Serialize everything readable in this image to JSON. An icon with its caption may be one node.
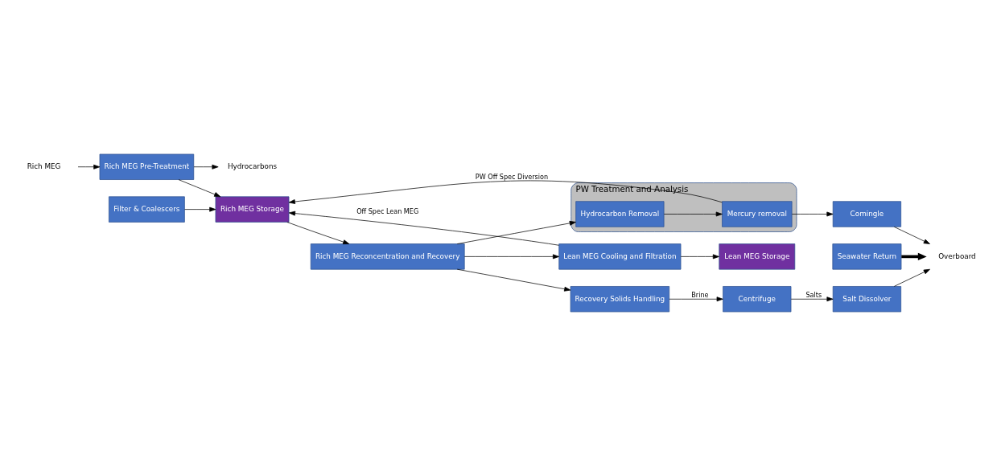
{
  "diagram": {
    "nodes": [
      {
        "text": [
          "Rich MEG"
        ]
      },
      {
        "text": [
          "Rich MEG Pre-Treatment"
        ]
      },
      {
        "text": [
          "Hydrocarbons"
        ]
      },
      {
        "text": [
          "Filter & Coalescers"
        ]
      },
      {
        "text": [
          "Rich MEG Storage"
        ]
      },
      {
        "text": [
          "PW Treatment and Analysis"
        ]
      },
      {
        "text": [
          "Hydrocarbon Removal"
        ],
        "in": 5
      },
      {
        "text": [
          "Mercury removal"
        ],
        "in": 5
      },
      {
        "text": [
          "Rich MEG Reconcentration and Recovery"
        ]
      },
      {
        "text": [
          "Lean MEG Cooling and Filtration"
        ]
      },
      {
        "text": [
          "Lean MEG Storage"
        ]
      },
      {
        "text": [
          "Recovery Solids Handling"
        ]
      },
      {
        "text": [
          "Comingle"
        ]
      },
      {
        "text": [
          "Seawater Return"
        ]
      },
      {
        "text": [
          "Centrifuge"
        ]
      },
      {
        "text": [
          "Salt Dissolver"
        ]
      },
      {
        "text": [
          "Overboard"
        ]
      }
    ],
    "edges": [
      {
        "from": 0,
        "to": 1,
        "arrow": "to"
      },
      {
        "from": 1,
        "to": 2,
        "arrow": "to"
      },
      {
        "from": 1,
        "to": 4,
        "arrow": "to"
      },
      {
        "from": 3,
        "to": 4,
        "arrow": "to"
      },
      {
        "from": 4,
        "to": 8,
        "arrow": "to"
      },
      {
        "from": 8,
        "to": 6,
        "arrow": "to"
      },
      {
        "from": 6,
        "to": 7,
        "arrow": "to"
      },
      {
        "from": 7,
        "to": 12,
        "arrow": "to"
      },
      {
        "from": 7,
        "to": 4,
        "label": "PW Off Spec Diversion",
        "arrow": "to"
      },
      {
        "from": 8,
        "to": 9,
        "arrow": "to"
      },
      {
        "from": 9,
        "to": 10,
        "arrow": "to"
      },
      {
        "from": 9,
        "to": 4,
        "label": "Off Spec Lean MEG",
        "arrow": "to"
      },
      {
        "from": 8,
        "to": 11,
        "arrow": "to"
      },
      {
        "from": 11,
        "to": 14,
        "label": "Brine",
        "arrow": "to"
      },
      {
        "from": 14,
        "to": 15,
        "label": "Salts",
        "arrow": "to"
      },
      {
        "from": 15,
        "to": 16,
        "arrow": "to"
      },
      {
        "from": 12,
        "to": 16,
        "arrow": "to"
      },
      {
        "from": 13,
        "to": 16,
        "arrow": "to",
        "style": "thick"
      }
    ]
  }
}
